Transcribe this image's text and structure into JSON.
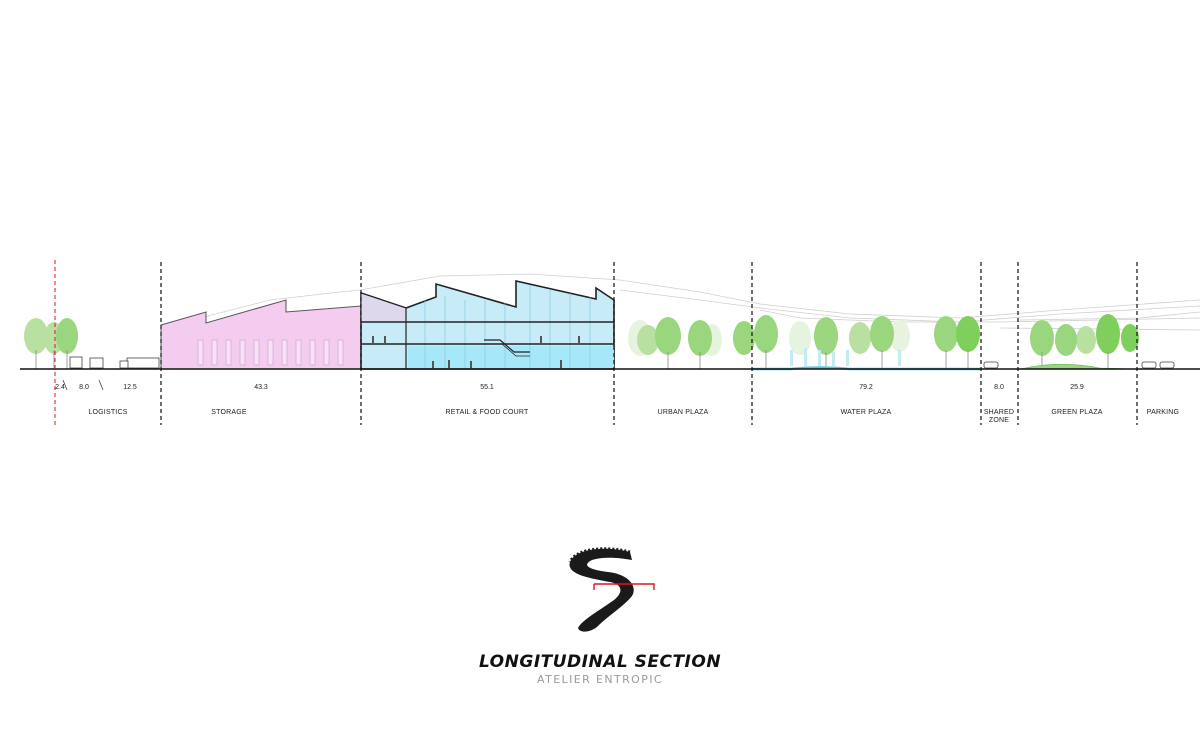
{
  "title": "LONGITUDINAL SECTION",
  "subtitle": "ATELIER ENTROPIC",
  "colors": {
    "storage": "#f3ccf0",
    "retail_glass": "#c7ecf8",
    "retail_water": "#a6e8fa",
    "upper_volume": "#ddd8ec",
    "tree_light": "#b8e0a0",
    "tree_mid": "#9ad67e",
    "tree_dark": "#7fcf5c",
    "water": "#56c6d6",
    "reference_line": "#e0141e",
    "divider": "#111111"
  },
  "dimensions": [
    "2.4",
    "8.0",
    "12.5",
    "43.3",
    "55.1",
    "79.2",
    "8.0",
    "25.9"
  ],
  "zones": [
    {
      "label": "LOGISTICS",
      "label2": ""
    },
    {
      "label": "STORAGE",
      "label2": ""
    },
    {
      "label": "RETAIL & FOOD COURT",
      "label2": ""
    },
    {
      "label": "URBAN PLAZA",
      "label2": ""
    },
    {
      "label": "WATER PLAZA",
      "label2": ""
    },
    {
      "label": "SHARED",
      "label2": "ZONE"
    },
    {
      "label": "GREEN PLAZA",
      "label2": ""
    },
    {
      "label": "PARKING",
      "label2": ""
    }
  ],
  "logo": {
    "icon": "serpentine-logo-icon"
  }
}
